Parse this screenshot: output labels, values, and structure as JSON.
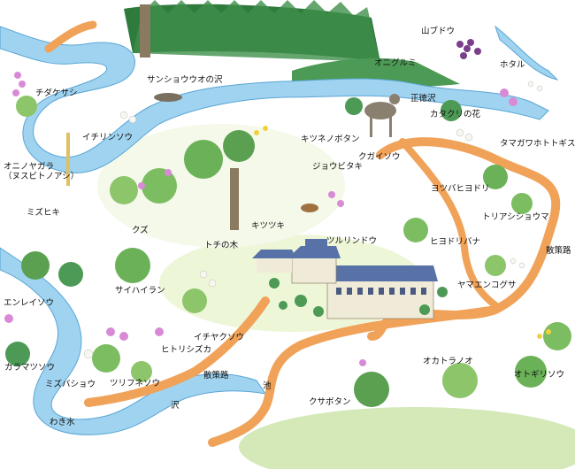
{
  "colors": {
    "water": "#9fd3ef",
    "water_edge": "#5aa6d6",
    "path": "#f0a259",
    "forest": "#3f8f4a",
    "forest_light": "#8cc56a",
    "meadow": "#e7f3cf",
    "building_roof": "#5872a8",
    "building_wall": "#f0ead8",
    "flower_pink": "#d98ad6",
    "flower_white": "#f7f7f0"
  },
  "labels": {
    "yamabudou": "山ブドウ",
    "oniguruми": "オニグルミ",
    "hotaru": "ホタル",
    "chidakesashi": "チダケサシ",
    "sanshouuo": "サンショウウオの沢",
    "shotokuzawa": "正徳沢",
    "katakuri": "カタクリの花",
    "tamagawa": "タマガワホトトギス",
    "ichirinsou": "イチリンソウ",
    "kitsunebotan": "キツネノボタン",
    "kugaisou": "クガイソウ",
    "jouhitaki": "ジョウビタキ",
    "onyagara": "オニノヤガラ\n（ヌスビトノアシ）",
    "yotsubahiyodori": "ヨツバヒヨドリ",
    "toriashi": "トリアシショウマ",
    "mizuhiki": "ミズヒキ",
    "kuzu": "クズ",
    "kitsutsuki": "キツツキ",
    "tochinoki": "トチの木",
    "tsururindou": "ツルリンドウ",
    "hiyodoribana": "ヒヨドリバナ",
    "sansakuro_right": "散策路",
    "saihairan": "サイハイラン",
    "yamaenkogusa": "ヤマエンコグサ",
    "enreisou": "エンレイソウ",
    "ichiyakusou": "イチヤクソウ",
    "hitorishizuka": "ヒトリシズカ",
    "karamatsusou": "カラマツソウ",
    "mizubashou": "ミズバショウ",
    "tsurifuneso": "ツリフネソウ",
    "sansakuro_left": "散策路",
    "ike": "池",
    "otakatoranoo": "オカトラノオ",
    "otogirisou": "オトギリソウ",
    "sawa": "沢",
    "kusabotan": "クサボタン",
    "wakimizu": "わき水"
  }
}
